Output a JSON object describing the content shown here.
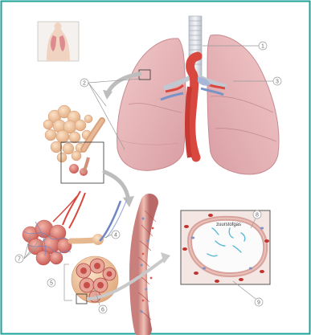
{
  "frame": {
    "border_color": "#1aa39a"
  },
  "callouts": [
    "1",
    "2",
    "3",
    "4",
    "5",
    "6",
    "7",
    "8",
    "9"
  ],
  "caption": {
    "gas_label": "zuurstofgas"
  },
  "colors": {
    "lung_pink": "#e9b5b7",
    "lung_shadow": "#d79a9f",
    "trachea_rings": "#e3e6ea",
    "aorta_red": "#d9483f",
    "vein_blue": "#7a93c7",
    "alveoli_peach": "#f2c8a0",
    "oxygen_cyan": "#5cb9d6",
    "callout_gray": "#999999"
  },
  "icons": [
    "torso-thumbnail-icon"
  ]
}
